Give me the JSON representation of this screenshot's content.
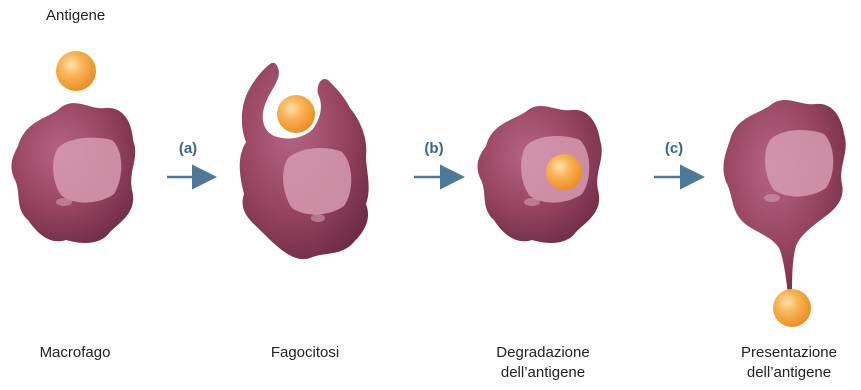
{
  "labels": {
    "antigen": "Antigene",
    "stage1": "Macrofago",
    "stage2": "Fagocitosi",
    "stage3_line1": "Degradazione",
    "stage3_line2": "dell’antigene",
    "stage4_line1": "Presentazione",
    "stage4_line2": "dell’antigene"
  },
  "steps": {
    "a": "(a)",
    "b": "(b)",
    "c": "(c)"
  },
  "colors": {
    "cell": "#8a3a58",
    "nucleus": "#d69bb0",
    "antigen": "#f39a2c",
    "arrow": "#4e7899"
  }
}
